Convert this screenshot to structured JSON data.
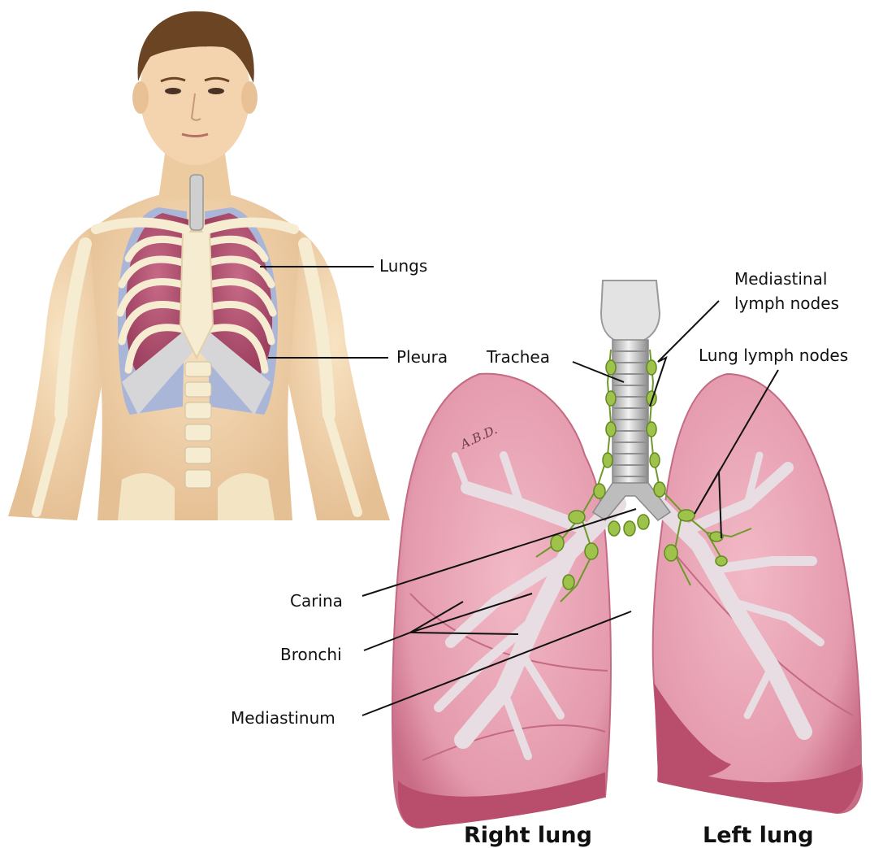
{
  "labels": {
    "lungs": "Lungs",
    "pleura": "Pleura",
    "mediastinal_line1": "Mediastinal",
    "mediastinal_line2": "lymph nodes",
    "trachea": "Trachea",
    "lung_lymph_nodes": "Lung lymph nodes",
    "carina": "Carina",
    "bronchi": "Bronchi",
    "mediastinum": "Mediastinum",
    "right_lung": "Right lung",
    "left_lung": "Left lung"
  },
  "artist_signature": "A.B.D.",
  "colors": {
    "skin": "#f2d6ae",
    "skin_shadow": "#e2bb8c",
    "hair": "#6b4424",
    "lung_pink": "#e7a3b3",
    "lung_dark": "#b84d6c",
    "pleura_blue": "#a9b6d8",
    "bone": "#f6ecd2",
    "cartilage": "#d9d9d9",
    "lymph_green": "#8db43a",
    "airway_gray": "#e6dee2"
  }
}
